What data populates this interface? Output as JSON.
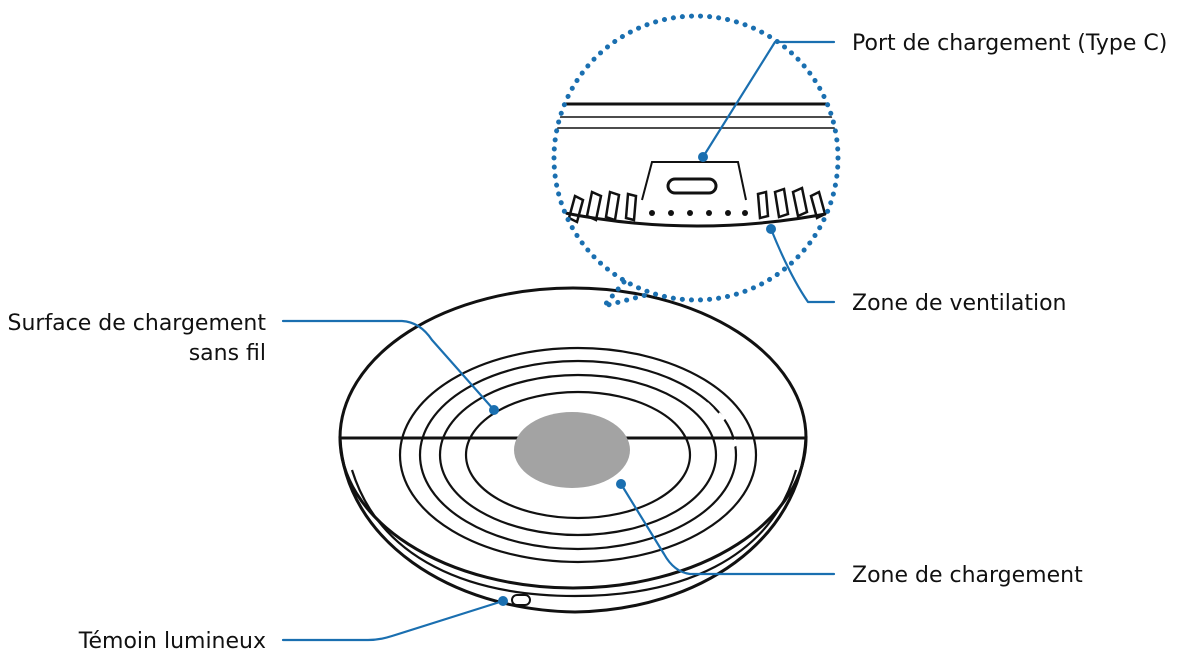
{
  "labels": {
    "port": "Port de chargement (Type C)",
    "ventilation": "Zone de ventilation",
    "surface_line1": "Surface de chargement",
    "surface_line2": "sans fil",
    "charging_zone": "Zone de chargement",
    "indicator": "Témoin lumineux"
  },
  "colors": {
    "leader": "#1a6fb0",
    "outline": "#111111",
    "charging_pad": "#a3a3a3",
    "background": "#ffffff"
  }
}
